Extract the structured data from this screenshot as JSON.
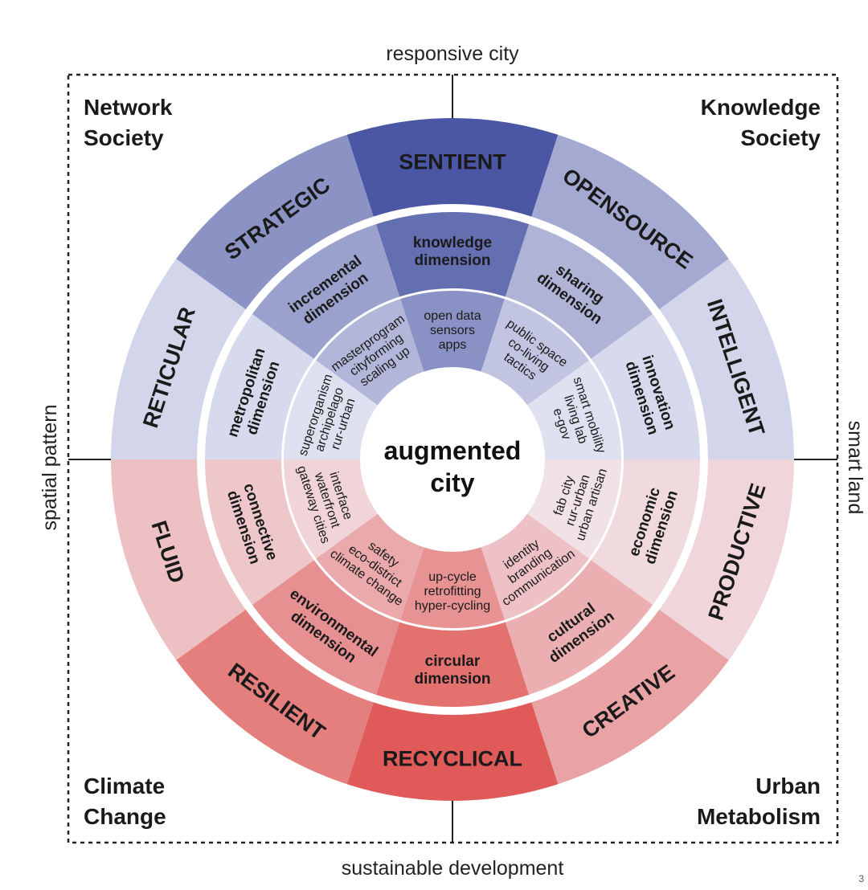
{
  "axes": {
    "top": "responsive city",
    "bottom": "sustainable development",
    "left": "spatial pattern",
    "right": "smart land"
  },
  "corners": {
    "top_left": [
      "Network",
      "Society"
    ],
    "top_right": [
      "Knowledge",
      "Society"
    ],
    "bottom_left": [
      "Climate",
      "Change"
    ],
    "bottom_right": [
      "Urban",
      "Metabolism"
    ]
  },
  "center": [
    "augmented",
    "city"
  ],
  "colors": {
    "blue": "#4b57a5",
    "red": "#df5a58"
  },
  "sectors": [
    {
      "outer": "SENTIENT",
      "middle": [
        "knowledge",
        "dimension"
      ],
      "inner": [
        "open data",
        "sensors",
        "apps"
      ],
      "tone": "blue",
      "dark": 1.0
    },
    {
      "outer": "OPENSOURCE",
      "middle": [
        "sharing",
        "dimension"
      ],
      "inner": [
        "public space",
        "co-living",
        "tactics"
      ],
      "tone": "blue",
      "dark": 0.45
    },
    {
      "outer": "INTELLIGENT",
      "middle": [
        "innovation",
        "dimension"
      ],
      "inner": [
        "smart mobility",
        "living lab",
        "e-gov"
      ],
      "tone": "blue",
      "dark": 0.15
    },
    {
      "outer": "PRODUCTIVE",
      "middle": [
        "economic",
        "dimension"
      ],
      "inner": [
        "fab city",
        "rur-urban",
        "urban artisan"
      ],
      "tone": "red",
      "dark": 0.15
    },
    {
      "outer": "CREATIVE",
      "middle": [
        "cultural",
        "dimension"
      ],
      "inner": [
        "identity",
        "branding",
        "communication"
      ],
      "tone": "red",
      "dark": 0.5
    },
    {
      "outer": "RECYCLICAL",
      "middle": [
        "circular",
        "dimension"
      ],
      "inner": [
        "up-cycle",
        "retrofitting",
        "hyper-cycling"
      ],
      "tone": "red",
      "dark": 1.0
    },
    {
      "outer": "RESILIENT",
      "middle": [
        "environmental",
        "dimension"
      ],
      "inner": [
        "safety",
        "eco-district",
        "climate change"
      ],
      "tone": "red",
      "dark": 0.75
    },
    {
      "outer": "FLUID",
      "middle": [
        "connective",
        "dimension"
      ],
      "inner": [
        "interface",
        "waterfront",
        "gateway cities"
      ],
      "tone": "red",
      "dark": 0.3
    },
    {
      "outer": "RETICULAR",
      "middle": [
        "metropolitan",
        "dimension"
      ],
      "inner": [
        "superorganism",
        "archipelago",
        "rur-urban"
      ],
      "tone": "blue",
      "dark": 0.15
    },
    {
      "outer": "STRATEGIC",
      "middle": [
        "incremental",
        "dimension"
      ],
      "inner": [
        "masterprogram",
        "cityforming",
        "scaling up"
      ],
      "tone": "blue",
      "dark": 0.6
    }
  ],
  "page_number": "3"
}
